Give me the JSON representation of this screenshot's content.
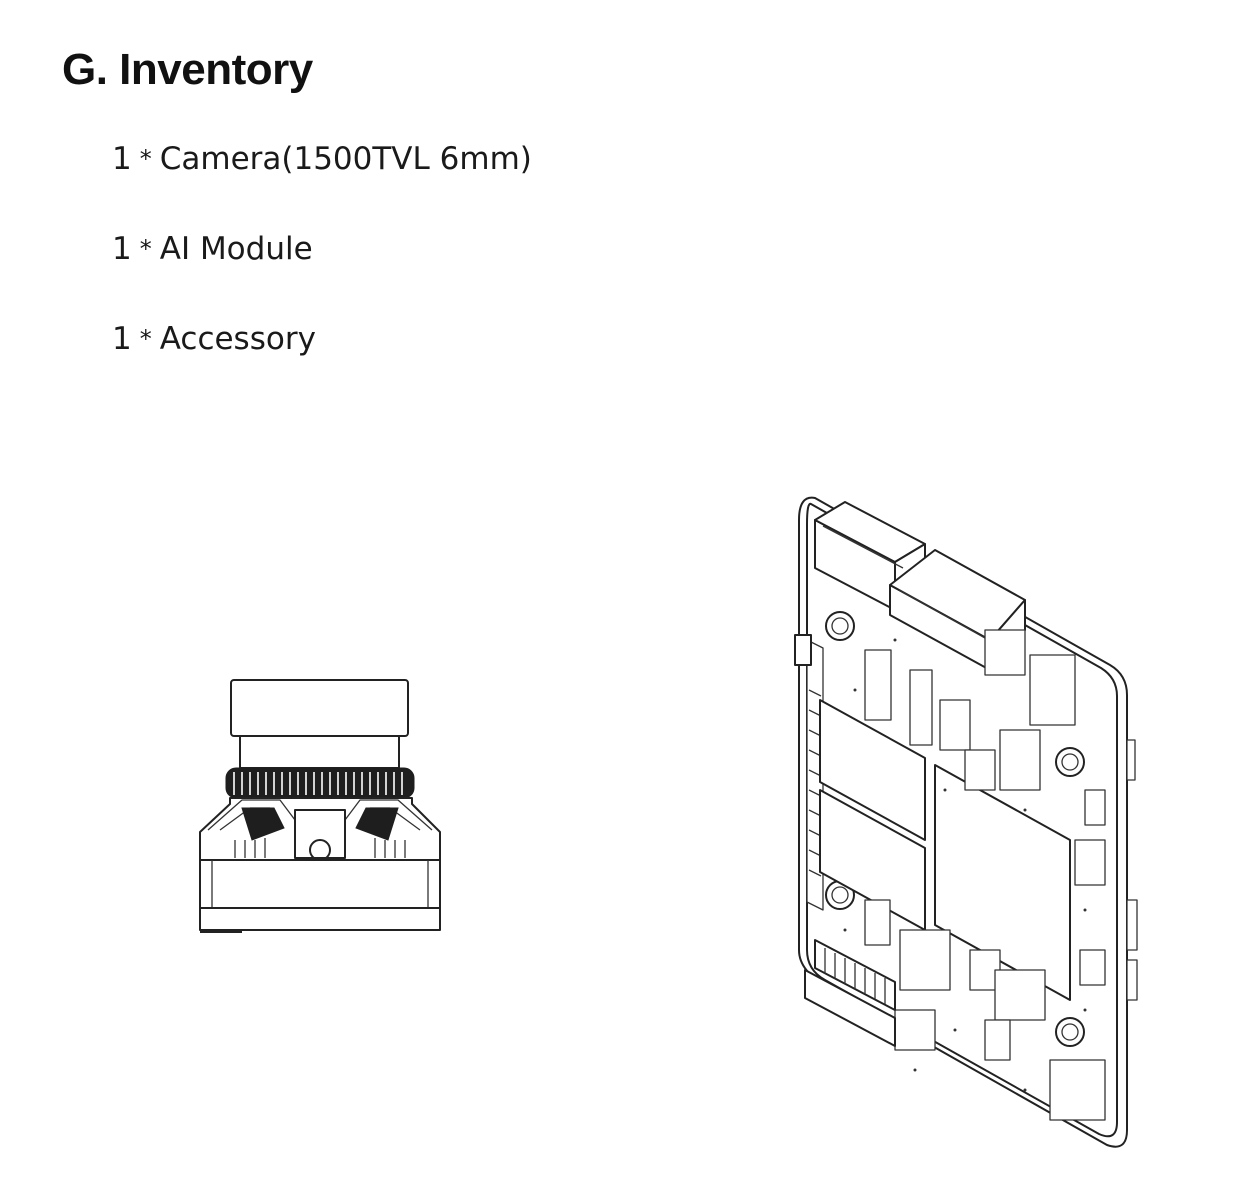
{
  "section": {
    "title": "G. Inventory"
  },
  "inventory": [
    {
      "qty": "1",
      "separator": "*",
      "name": "Camera(1500TVL 6mm)"
    },
    {
      "qty": "1",
      "separator": "*",
      "name": "AI Module"
    },
    {
      "qty": "1",
      "separator": "*",
      "name": "Accessory"
    }
  ],
  "figures": {
    "camera": {
      "icon": "camera-line-drawing"
    },
    "module": {
      "icon": "ai-module-board-line-drawing"
    }
  }
}
